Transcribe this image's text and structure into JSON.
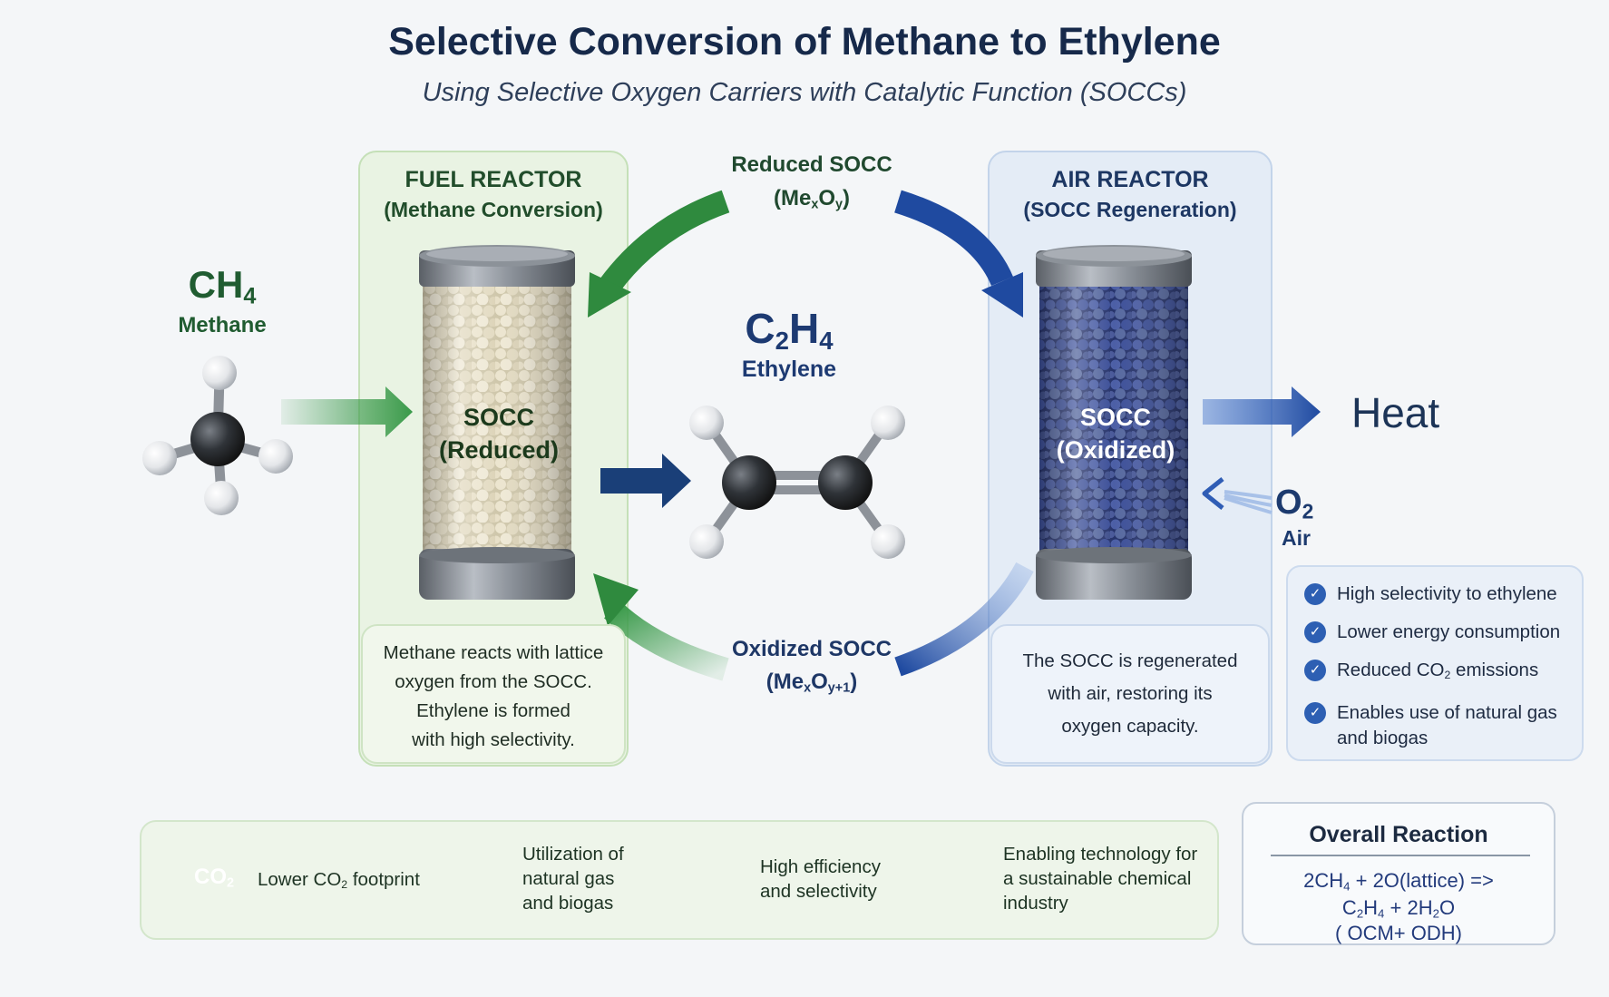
{
  "title": "Selective Conversion of Methane to Ethylene",
  "subtitle": "Using Selective Oxygen Carriers with Catalytic Function (SOCCs)",
  "fuel_reactor": {
    "title": "FUEL REACTOR",
    "subtitle": "(Methane Conversion)",
    "socc_label": "SOCC",
    "socc_state": "(Reduced)",
    "description": [
      "Methane reacts with lattice",
      "oxygen from the SOCC.",
      "Ethylene is formed",
      "with high selectivity."
    ]
  },
  "air_reactor": {
    "title": "AIR REACTOR",
    "subtitle": "(SOCC Regeneration)",
    "socc_label": "SOCC",
    "socc_state": "(Oxidized)",
    "description": [
      "The SOCC is regenerated",
      "with air, restoring its",
      "oxygen capacity."
    ]
  },
  "methane": {
    "formula_main": "CH",
    "formula_sub": "4",
    "name": "Methane"
  },
  "ethylene": {
    "formula_c": "C",
    "formula_c_sub": "2",
    "formula_h": "H",
    "formula_h_sub": "4",
    "name": "Ethylene"
  },
  "cycle": {
    "reduced_label": "Reduced SOCC",
    "reduced_formula": {
      "open": "(Me",
      "x": "x",
      "o": "O",
      "y": "y",
      "close": ")"
    },
    "oxidized_label": "Oxidized SOCC",
    "oxidized_formula": {
      "open": "(Me",
      "x": "x",
      "o": "O",
      "y": "y+1",
      "close": ")"
    }
  },
  "heat_label": "Heat",
  "oxygen": {
    "formula_main": "O",
    "formula_sub": "2",
    "name": "Air"
  },
  "benefits": [
    {
      "text": "High selectivity to ethylene"
    },
    {
      "text": "Lower energy consumption"
    },
    {
      "pre": "Reduced CO",
      "sub": "2",
      "post": " emissions"
    },
    {
      "line1": "Enables use of natural gas",
      "line2": "and biogas"
    }
  ],
  "features": [
    {
      "icon": "co2-cloud-icon",
      "icon_main": "CO",
      "icon_sub": "2",
      "pre": "Lower CO",
      "sub": "2",
      "post": " footprint"
    },
    {
      "icon": "leaf-icon",
      "lines": [
        "Utilization of",
        "natural gas",
        "and biogas"
      ]
    },
    {
      "icon": "growth-chart-icon",
      "lines": [
        "High efficiency",
        "and selectivity"
      ]
    },
    {
      "icon": "recycle-icon",
      "lines": [
        "Enabling technology for",
        "a sustainable chemical",
        "industry"
      ]
    }
  ],
  "overall_reaction": {
    "title": "Overall Reaction",
    "line1": {
      "a": "2CH",
      "a_sub": "4",
      "b": " + 2O(lattice) =>"
    },
    "line2": {
      "a": "C",
      "a_sub": "2",
      "b": "H",
      "b_sub": "4",
      "c": " + 2H",
      "c_sub": "2",
      "d": "O"
    },
    "line3": "( OCM+ ODH)"
  },
  "colors": {
    "green_accent": "#3a9a4a",
    "blue_accent": "#1f4aa0",
    "navy_text": "#16294a",
    "reduced_particles": "#d9d2ba",
    "oxidized_particles": "#3a4e9a"
  }
}
